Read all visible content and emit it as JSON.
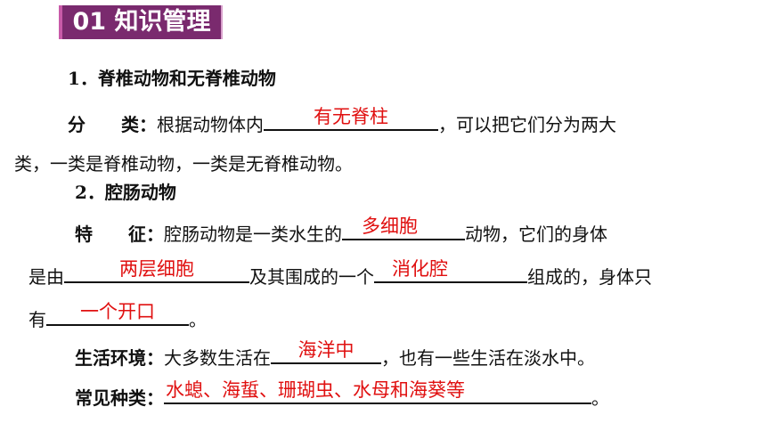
{
  "header": {
    "badge": "01 知识管理"
  },
  "section1": {
    "heading": "1．脊椎动物和无脊椎动物",
    "classify_label": "分　　类：",
    "classify_pre": "根据动物体内",
    "classify_answer": "有无脊柱",
    "classify_post": "，可以把它们分为两大",
    "classify_line2": "类，一类是脊椎动物，一类是无脊椎动物。"
  },
  "section2": {
    "heading": "2．腔肠动物",
    "feature_label": "特　　征：",
    "feature_pre": "腔肠动物是一类水生的",
    "feature_answer1": "多细胞",
    "feature_mid1": "动物，它们的身体",
    "feature_line2_pre": "是由",
    "feature_answer2": "两层细胞",
    "feature_line2_mid": "及其围成的一个",
    "feature_answer3": "消化腔",
    "feature_line2_post": "组成的，身体只",
    "feature_line3_pre": "有",
    "feature_answer4": "一个开口",
    "feature_line3_post": "。",
    "habitat_label": "生活环境：",
    "habitat_pre": "大多数生活在",
    "habitat_answer": "海洋中",
    "habitat_post": "，也有一些生活在淡水中。",
    "species_label": "常见种类：",
    "species_answer": "水螅、海蜇、珊瑚虫、水母和海葵等",
    "species_post": "。"
  },
  "colors": {
    "badge_bg": "#7a2a6e",
    "answer": "#e01010"
  }
}
